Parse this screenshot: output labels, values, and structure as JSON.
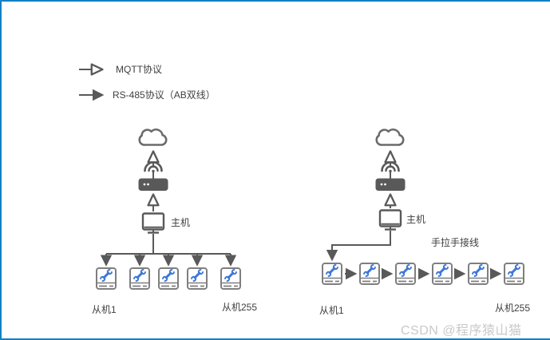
{
  "colors": {
    "frame_border": "#1181c4",
    "connector_gray": "#595959",
    "device_outline_gray": "#7f7f7f",
    "wrench_blue": "#3e78d8",
    "text_gray": "#3f3f3f",
    "watermark_gray": "#c9c9c9"
  },
  "legend": {
    "items": [
      {
        "label": "MQTT协议",
        "arrow_style": "hollow-arrowhead"
      },
      {
        "label": "RS-485协议（AB双线）",
        "arrow_style": "filled-arrowhead"
      }
    ]
  },
  "left_topology": {
    "structure": "star-bus",
    "host_label": "主机",
    "slave_count_shown": 5,
    "slave_first_label": "从机1",
    "slave_last_label": "从机255"
  },
  "right_topology": {
    "structure": "daisy-chain",
    "host_label": "主机",
    "wiring_label": "手拉手接线",
    "slave_count_shown": 6,
    "slave_first_label": "从机1",
    "slave_last_label": "从机255"
  },
  "watermark": "CSDN @程序猿山猫"
}
